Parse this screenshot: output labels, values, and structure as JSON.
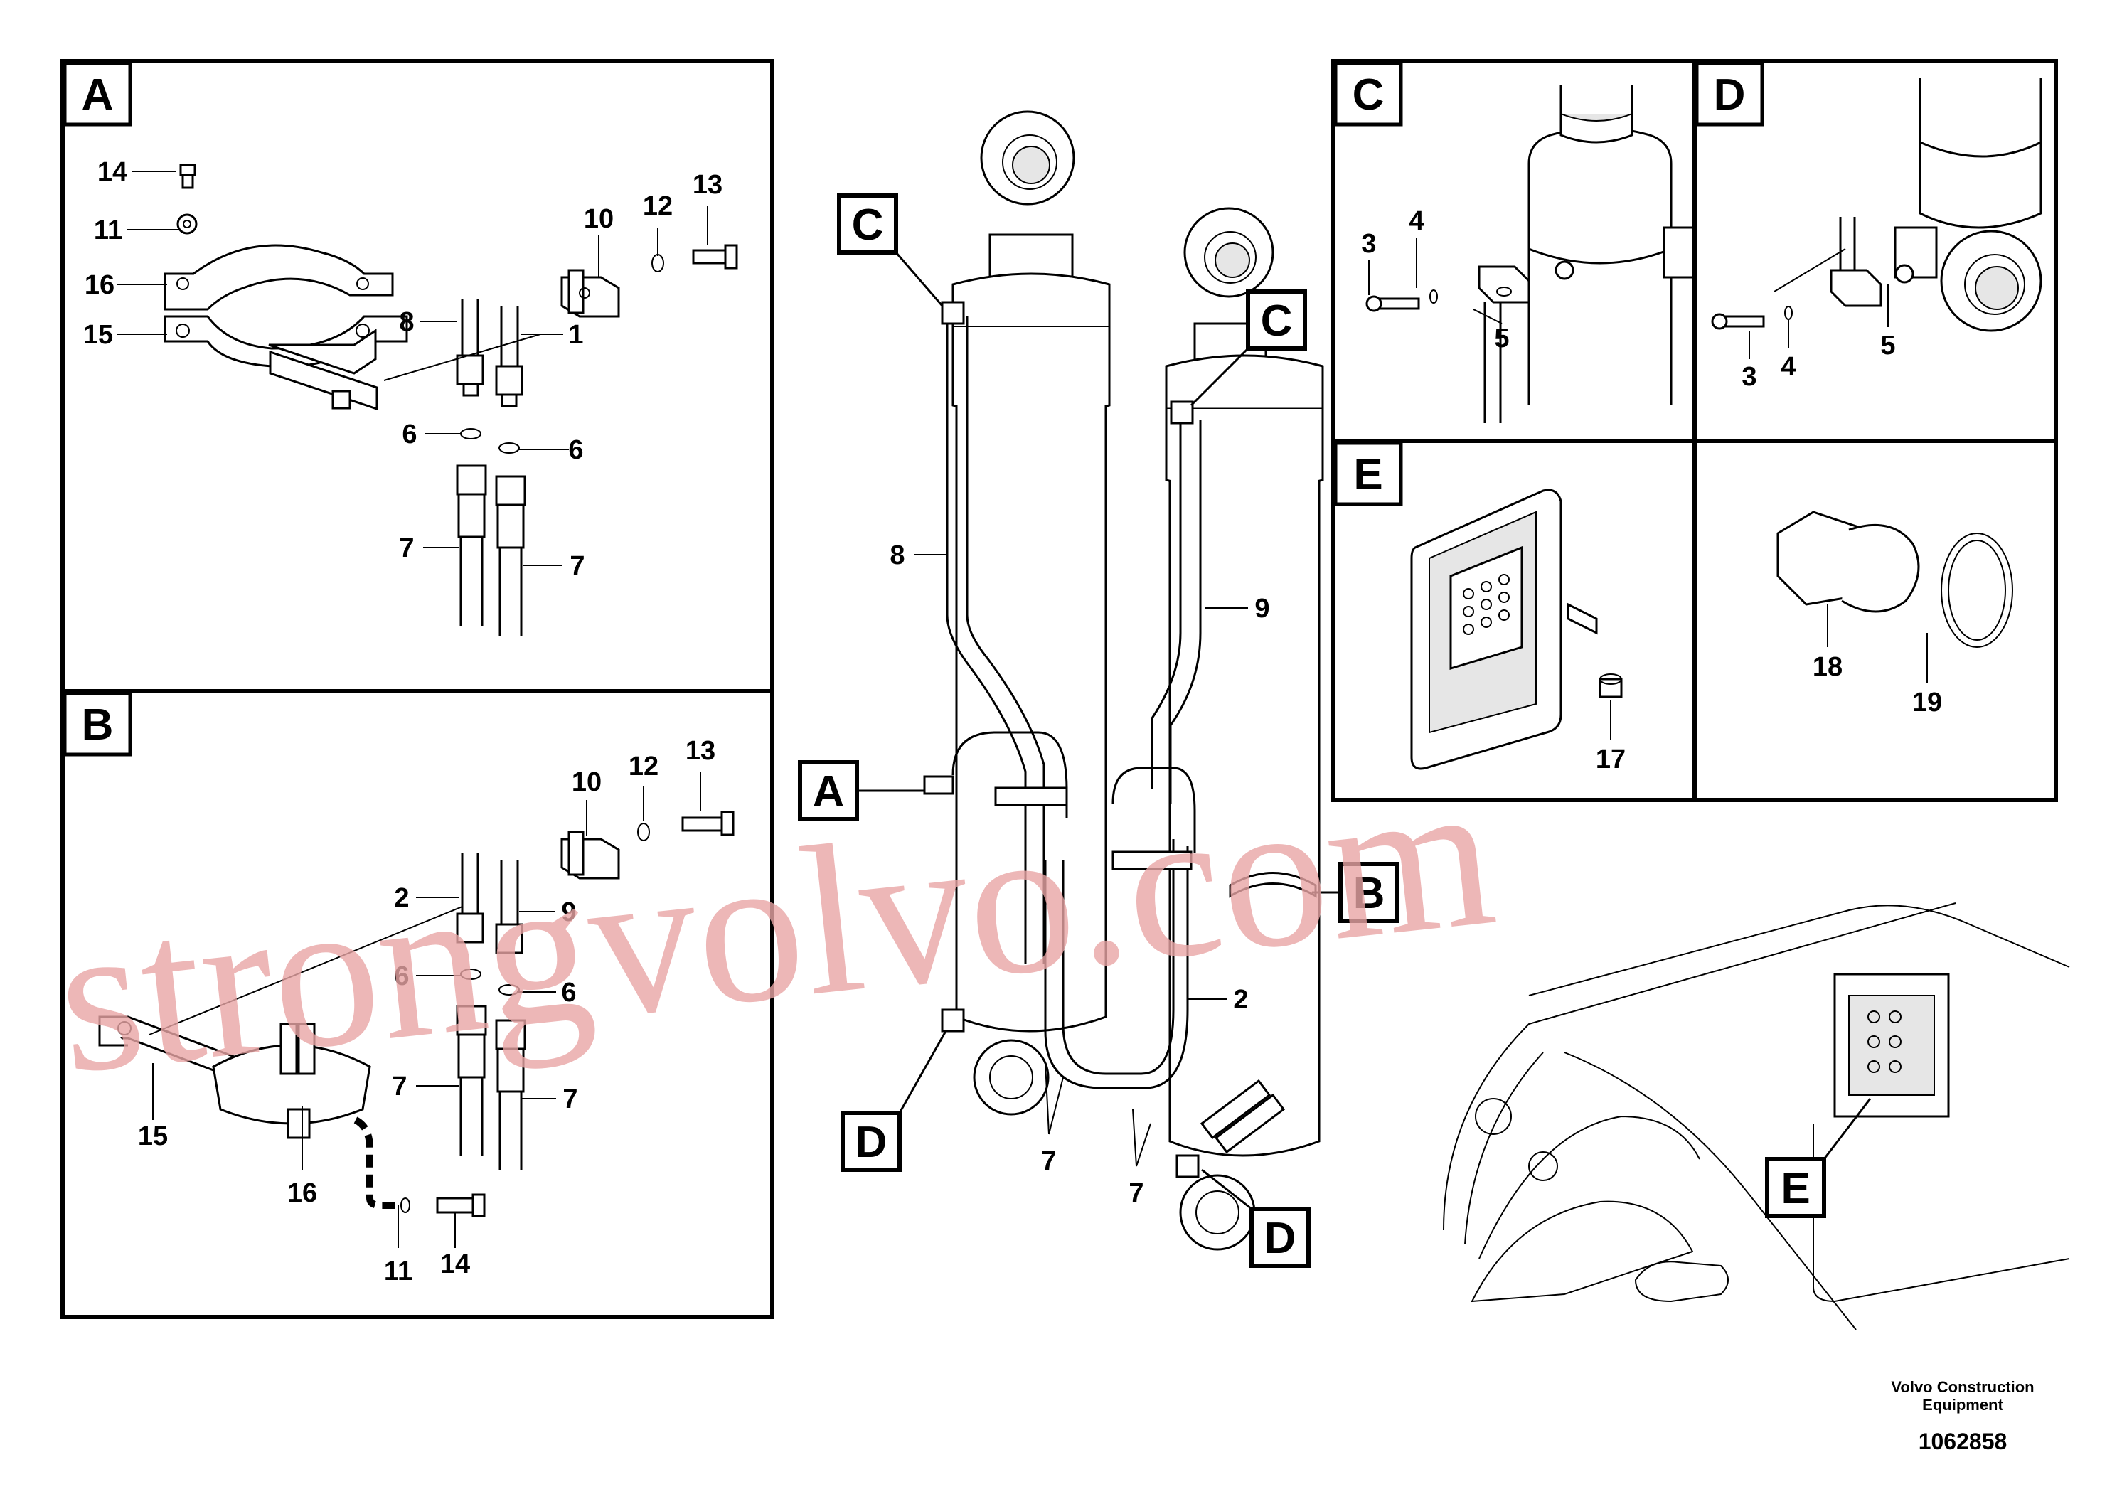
{
  "panels": {
    "A": "A",
    "B": "B",
    "C": "C",
    "D": "D",
    "E": "E"
  },
  "callouts": {
    "A": "A",
    "B": "B",
    "C1": "C",
    "C2": "C",
    "D1": "D",
    "D2": "D",
    "E": "E"
  },
  "labels": {
    "panel_a": [
      "14",
      "11",
      "16",
      "15",
      "8",
      "1",
      "10",
      "12",
      "13",
      "6",
      "6",
      "7",
      "7"
    ],
    "panel_b": [
      "13",
      "12",
      "10",
      "2",
      "9",
      "6",
      "6",
      "7",
      "7",
      "15",
      "16",
      "11",
      "14"
    ],
    "panel_c": [
      "3",
      "4",
      "5"
    ],
    "panel_d": [
      "3",
      "4",
      "5"
    ],
    "panel_e": [
      "17"
    ],
    "panel_plug": [
      "18",
      "19"
    ],
    "main": [
      "8",
      "9",
      "2",
      "7",
      "7"
    ]
  },
  "watermark": "strongvolvo.com",
  "footer": {
    "company_line1": "Volvo Construction",
    "company_line2": "Equipment",
    "doc_number": "1062858"
  }
}
